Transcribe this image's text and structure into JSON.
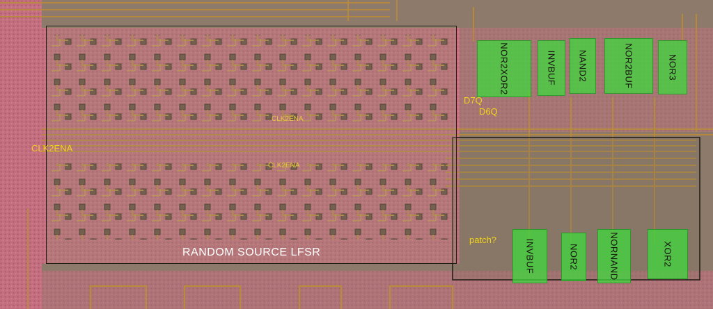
{
  "title": "RANDOM SOURCE LFSR",
  "signals": {
    "clk_left": "CLK2ENA",
    "clk_mid_top": "CLK2ENA",
    "clk_mid_bottom": "CLK2ENA",
    "d7q": "D7Q",
    "d6q": "D6Q",
    "patch": "patch?"
  },
  "top_cells": [
    "NOR2XOR2",
    "INVBUF",
    "NAND2",
    "NOR2BUF",
    "NOR3"
  ],
  "bottom_cells": [
    "INVBUF",
    "NOR2",
    "NORNAND",
    "XOR2"
  ],
  "colors": {
    "substrate": "#8e7a6a",
    "diffusion": "#c46f80",
    "metal": "#b98b3a",
    "cell_highlight": "#3cdc3c",
    "label_yellow": "#f2d31a",
    "title_white": "#ffffff"
  }
}
